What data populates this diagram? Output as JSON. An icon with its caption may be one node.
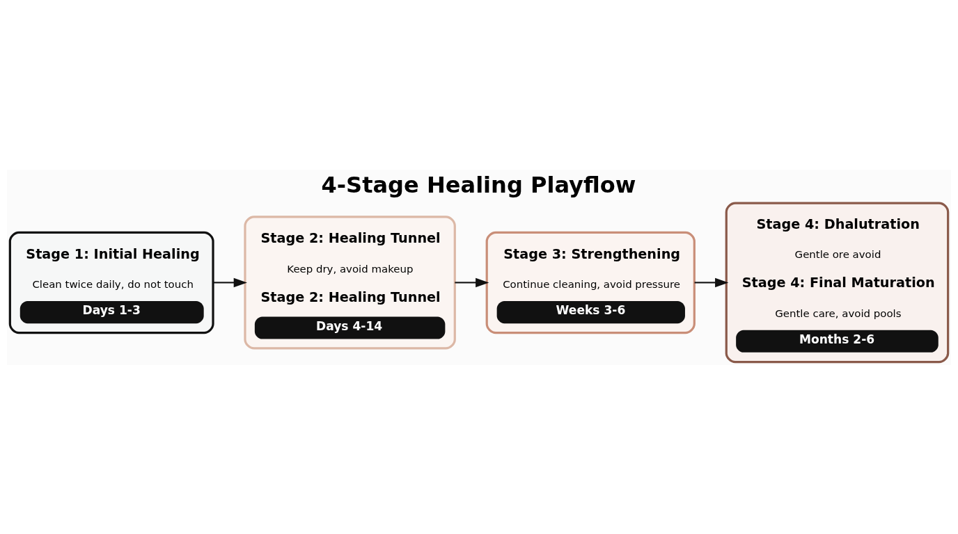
{
  "diagram": {
    "title": "4-Stage Healing Playflow",
    "nodes": [
      {
        "text": [
          "Stage 1: Initial Healing",
          "Clean twice daily, do not touch",
          "Days 1-3"
        ]
      },
      {
        "text": [
          "Stage 2: Healing Tunnel",
          "Keep dry, avoid makeup",
          "Stage 2: Healing Tunnel",
          "Days 4-14"
        ]
      },
      {
        "text": [
          "Stage 3: Strengthening",
          "Continue cleaning, avoid pressure",
          "Weeks 3-6"
        ]
      },
      {
        "text": [
          "Stage 4: Dhalutration",
          "Gentle ore avoid",
          "Stage 4: Final Maturation",
          "Gentle care, avoid pools",
          "Months 2-6"
        ]
      }
    ],
    "edges": [
      {
        "from": 0,
        "to": 1,
        "arrow": "to"
      },
      {
        "from": 1,
        "to": 2,
        "arrow": "to"
      },
      {
        "from": 2,
        "to": 3,
        "arrow": "to"
      }
    ]
  }
}
